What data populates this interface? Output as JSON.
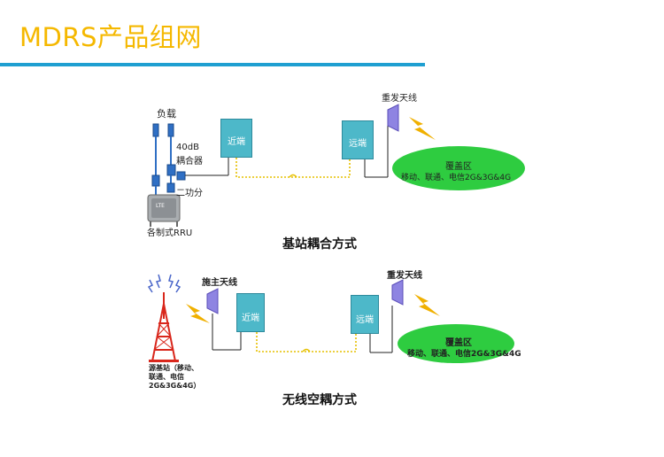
{
  "header": {
    "title": "MDRS产品组网"
  },
  "diagram1": {
    "load_label": "负载",
    "coupler_label": [
      "40dB",
      "耦合器"
    ],
    "splitter_label": "二功分",
    "rru_label": "各制式RRU",
    "rru_chip_text": "LTE",
    "near_unit": "近端",
    "remote_unit": "远端",
    "antenna_label": "重发天线",
    "coverage_title": "覆盖区",
    "coverage_detail": "移动、联通、电信2G&3G&4G",
    "caption": "基站耦合方式"
  },
  "diagram2": {
    "donor_antenna_label": "施主天线",
    "near_unit": "近端",
    "remote_unit": "远端",
    "antenna_label": "重发天线",
    "coverage_title": "覆盖区",
    "coverage_detail": "移动、联通、电信2G&3G&4G",
    "source_label": [
      "源基站（移动、",
      "联通、电信",
      "2G&3G&4G）"
    ],
    "caption": "无线空耦方式"
  },
  "colors": {
    "title": "#f5b800",
    "rule": "#1f9fd1",
    "unit_box": "#4db8c9",
    "coverage": "#2ecc40",
    "fiber": "#e6c000",
    "antenna": "#7d6fd6",
    "signal": "#f0b000",
    "tower": "#d9271c"
  }
}
